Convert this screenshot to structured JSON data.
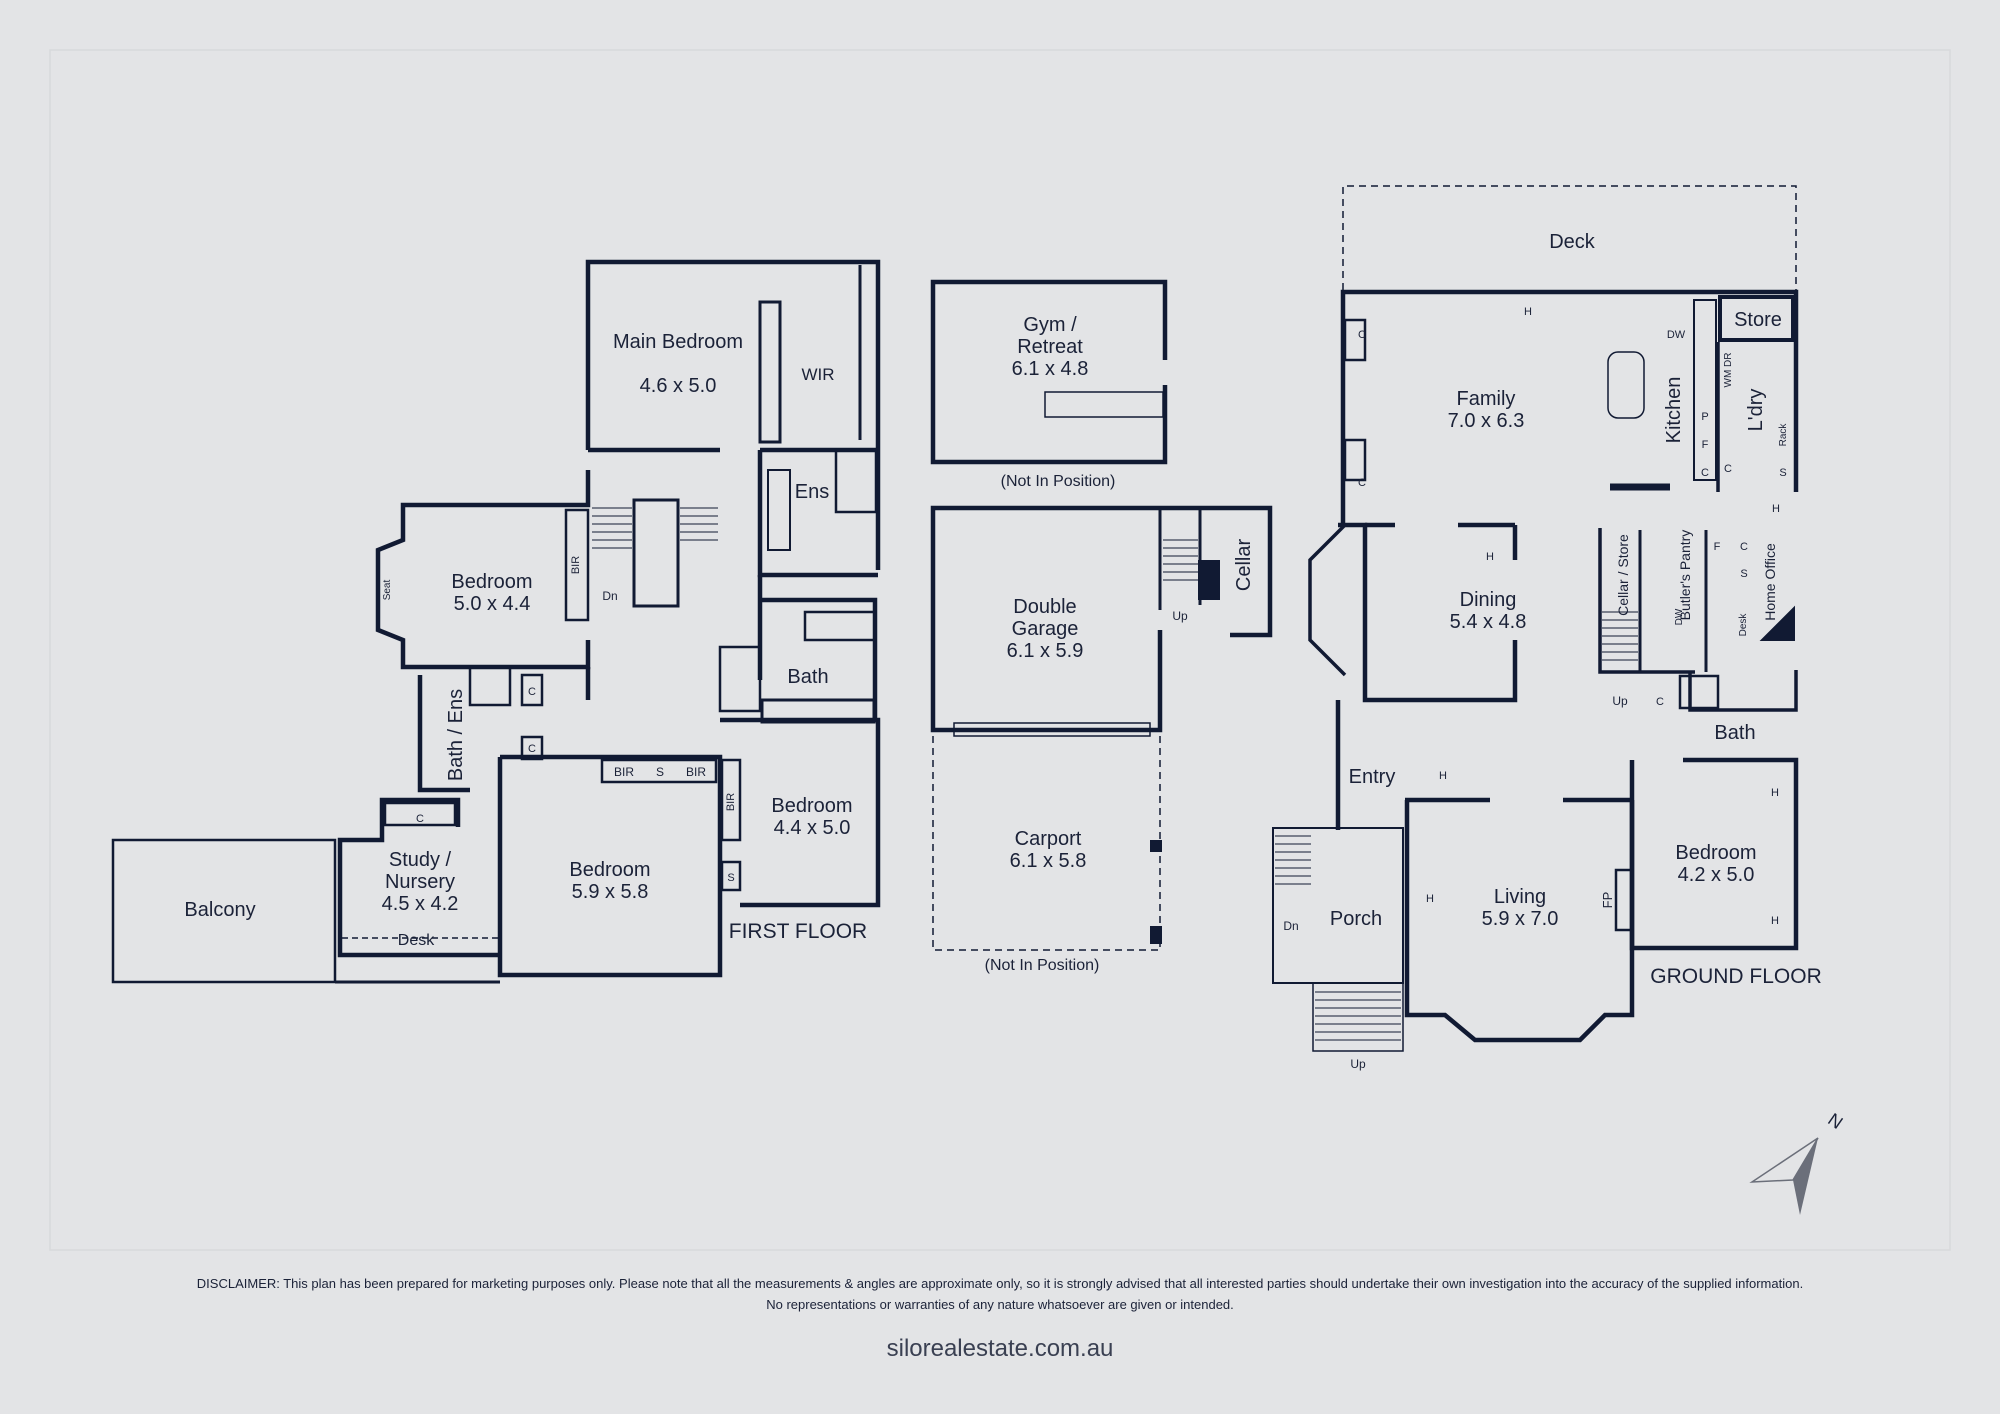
{
  "first_floor": {
    "floor_label": "FIRST FLOOR",
    "main_bedroom": {
      "name": "Main Bedroom",
      "size": "4.6 x 5.0"
    },
    "wir": "WIR",
    "ens": "Ens",
    "bedroom_nw": {
      "name": "Bedroom",
      "size": "5.0 x 4.4"
    },
    "seat": "Seat",
    "bir": "BIR",
    "dn": "Dn",
    "bath": "Bath",
    "bath_ens": "Bath / Ens",
    "c": "C",
    "s": "S",
    "bedroom_center": {
      "name": "Bedroom",
      "size": "5.9 x 5.8"
    },
    "bedroom_east": {
      "name": "Bedroom",
      "size": "4.4 x 5.0"
    },
    "study": {
      "name_line1": "Study /",
      "name_line2": "Nursery",
      "size": "4.5 x 4.2"
    },
    "desk": "Desk",
    "balcony": "Balcony"
  },
  "outbuildings": {
    "gym": {
      "line1": "Gym /",
      "line2": "Retreat",
      "size": "6.1 x 4.8"
    },
    "not_in_position": "(Not In Position)",
    "garage": {
      "line1": "Double",
      "line2": "Garage",
      "size": "6.1 x 5.9"
    },
    "cellar": "Cellar",
    "up": "Up",
    "carport": {
      "name": "Carport",
      "size": "6.1 x 5.8"
    }
  },
  "ground_floor": {
    "floor_label": "GROUND FLOOR",
    "deck": "Deck",
    "store": "Store",
    "family": {
      "name": "Family",
      "size": "7.0 x 6.3"
    },
    "kitchen": "Kitchen",
    "dw": "DW",
    "wm_dr": "WM DR",
    "p": "P",
    "f": "F",
    "c": "C",
    "h": "H",
    "s": "S",
    "laundry": "L'dry",
    "rack": "Rack",
    "dining": {
      "name": "Dining",
      "size": "5.4 x 4.8"
    },
    "cellar_store": "Cellar / Store",
    "butlers_pantry": "Butler's Pantry",
    "home_office": "Home Office",
    "desk": "Desk",
    "up": "Up",
    "dn": "Dn",
    "bath": "Bath",
    "entry": "Entry",
    "porch": "Porch",
    "living": {
      "name": "Living",
      "size": "5.9 x 7.0"
    },
    "fp": "FP",
    "bedroom": {
      "name": "Bedroom",
      "size": "4.2 x 5.0"
    }
  },
  "compass": "N",
  "disclaimer": {
    "line1": "DISCLAIMER: This plan has been prepared for marketing purposes only. Please note that all the measurements & angles are approximate only, so it is strongly advised that all interested parties should undertake their own investigation into the accuracy of the supplied information.",
    "line2": "No representations or warranties of any nature whatsoever are given or intended."
  },
  "website": "silorealestate.com.au"
}
